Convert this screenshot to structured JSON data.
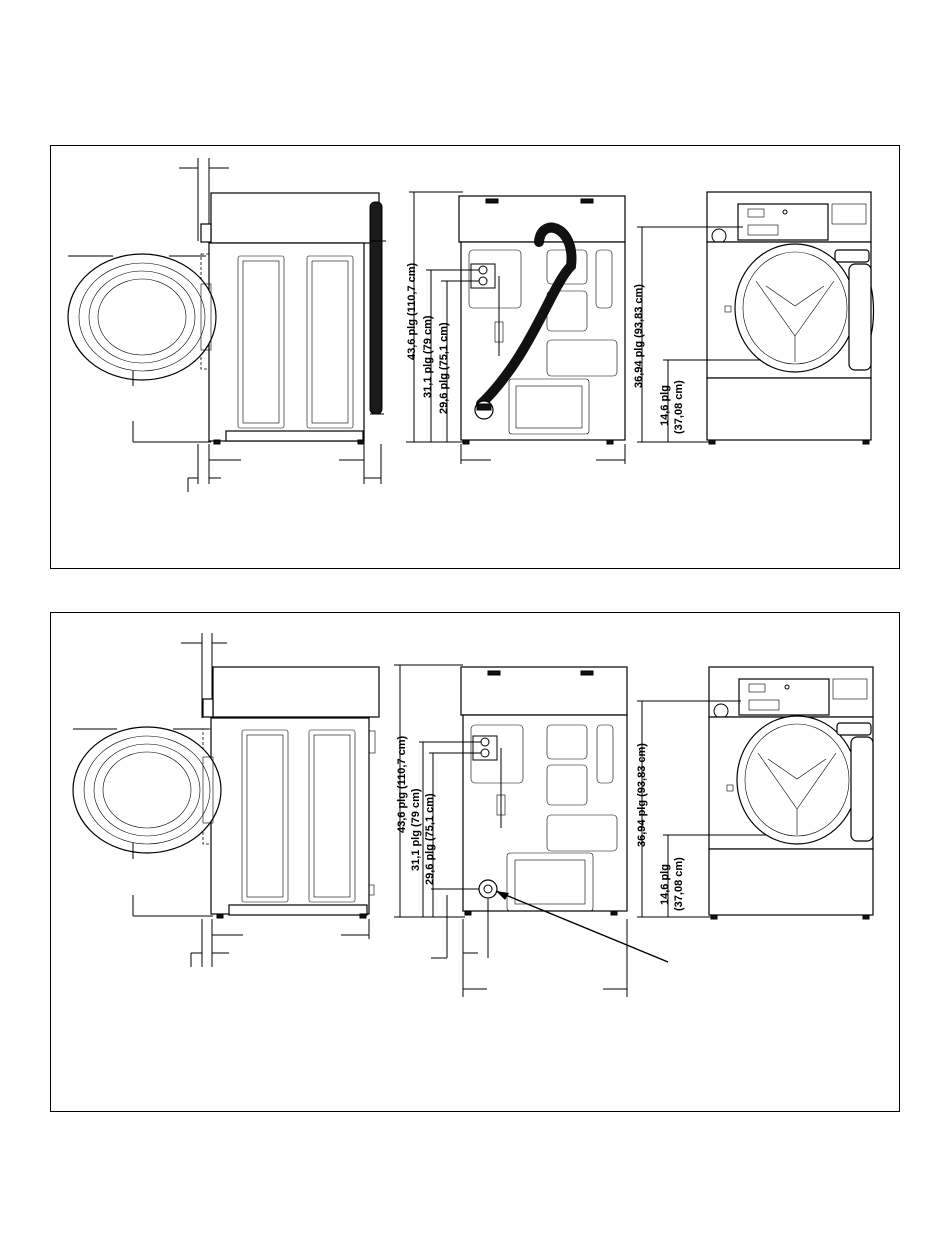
{
  "top_panel": {
    "rear_dims": {
      "overall_height": "43,6 plg (110,7 cm)",
      "upper_inlet_height": "31,1 plg (79 cm)",
      "lower_inlet_height": "29,6 plg (75,1 cm)"
    },
    "front_dims": {
      "control_height": "36,94 plg (93,83 cm)",
      "base_height_line1": "14,6 plg",
      "base_height_line2": "(37,08 cm)"
    }
  },
  "bottom_panel": {
    "rear_dims": {
      "overall_height": "43,6 plg (110,7 cm)",
      "upper_inlet_height": "31,1 plg (79 cm)",
      "lower_inlet_height": "29,6 plg (75,1 cm)"
    },
    "front_dims": {
      "control_height": "36,94 plg (93,83 cm)",
      "base_height_line1": "14,6 plg",
      "base_height_line2": "(37,08 cm)"
    }
  }
}
